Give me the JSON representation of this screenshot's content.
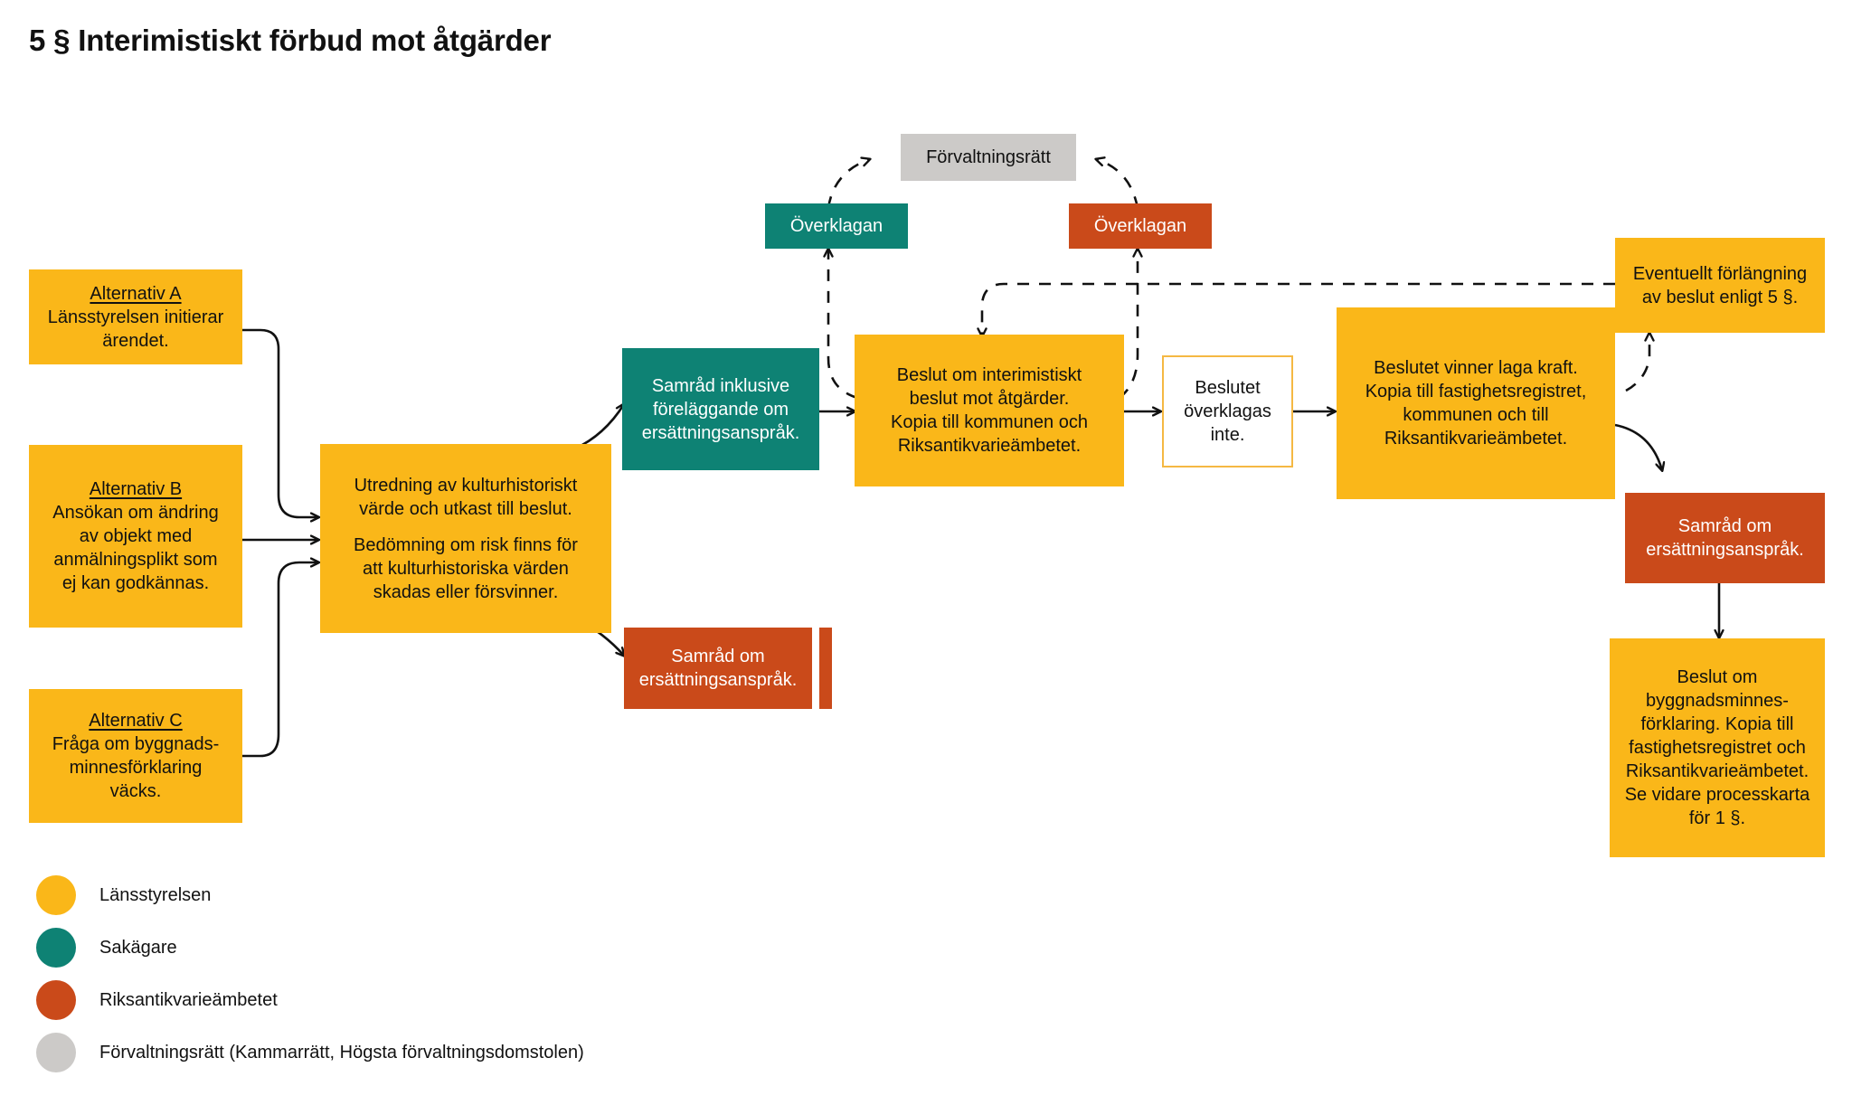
{
  "page": {
    "title": "5 § Interimistiskt förbud mot  åtgärder",
    "background": "#FFFFFF"
  },
  "colors": {
    "lansstyrelsen_yellow": "#FAB719",
    "sakagare_teal": "#0E8274",
    "riksantikvarie_red": "#CA4A1A",
    "forvaltningsratt_grey": "#CCCAC8",
    "text_dark": "#111111",
    "text_light": "#FFFFFF",
    "arrow": "#111111"
  },
  "nodes": {
    "alternativ_a": {
      "heading": "Alternativ A",
      "line1": "Länsstyrelsen initierar",
      "line2": "ärendet."
    },
    "alternativ_b": {
      "heading": "Alternativ B",
      "line1": "Ansökan om ändring",
      "line2": "av objekt med",
      "line3": "anmälningsplikt som",
      "line4": "ej kan godkännas."
    },
    "alternativ_c": {
      "heading": "Alternativ C",
      "line1": "Fråga om byggnads-",
      "line2": "minnesförklaring",
      "line3": "väcks."
    },
    "utredning": {
      "p1_l1": "Utredning av kulturhistoriskt",
      "p1_l2": "värde och utkast till beslut.",
      "p2_l1": "Bedömning om risk finns för",
      "p2_l2": "att kulturhistoriska värden",
      "p2_l3": "skadas eller försvinner."
    },
    "samrad_inklusive": {
      "line1": "Samråd inklusive",
      "line2": "föreläggande om",
      "line3": "ersättningsanspråk."
    },
    "samrad_ersattning_left": {
      "line1": "Samråd om",
      "line2": "ersättningsanspråk."
    },
    "overklagan_teal": {
      "label": "Överklagan"
    },
    "overklagan_red": {
      "label": "Överklagan"
    },
    "forvaltningsratt": {
      "label": "Förvaltningsrätt"
    },
    "beslut_interimistiskt": {
      "line1": "Beslut om interimistiskt",
      "line2": "beslut mot åtgärder.",
      "line3": "Kopia till kommunen och",
      "line4": "Riksantikvarieämbetet."
    },
    "beslutet_overklagas_inte": {
      "line1": "Beslutet",
      "line2": "överklagas",
      "line3": "inte."
    },
    "beslutet_vinner_laga_kraft": {
      "line1": "Beslutet vinner laga kraft.",
      "line2": "Kopia till fastighetsregistret,",
      "line3": "kommunen och till",
      "line4": "Riksantikvarieämbetet."
    },
    "eventuellt_forlangning": {
      "line1": "Eventuellt förlängning",
      "line2": "av beslut enligt 5 §."
    },
    "samrad_ersattning_right": {
      "line1": "Samråd om",
      "line2": "ersättningsanspråk."
    },
    "beslut_byggnadsminnes": {
      "line1": "Beslut om",
      "line2": "byggnadsminnes-",
      "line3": "förklaring. Kopia till",
      "line4": "fastighetsregistret och",
      "line5": "Riksantikvarieämbetet.",
      "line6": "Se vidare processkarta",
      "line7": "för 1 §."
    }
  },
  "legend": {
    "items": [
      {
        "label": "Länsstyrelsen",
        "color": "#FAB719"
      },
      {
        "label": "Sakägare",
        "color": "#0E8274"
      },
      {
        "label": "Riksantikvarieämbetet",
        "color": "#CA4A1A"
      },
      {
        "label": "Förvaltningsrätt (Kammarrätt, Högsta förvaltningsdomstolen)",
        "color": "#CCCAC8"
      }
    ]
  }
}
